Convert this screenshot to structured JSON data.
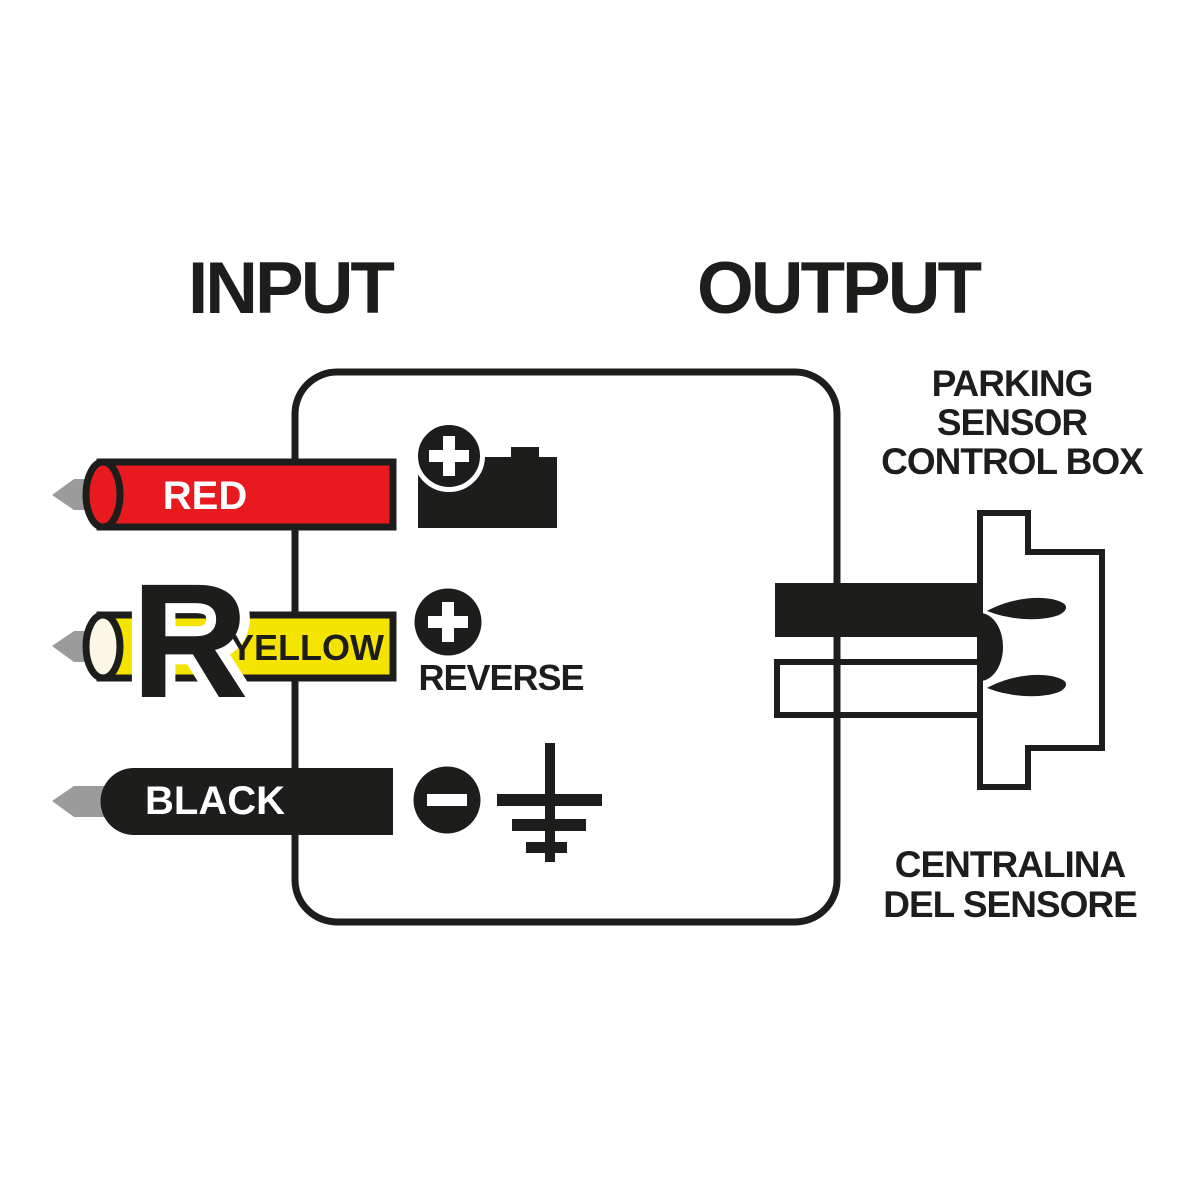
{
  "titles": {
    "input": "INPUT",
    "output": "OUTPUT"
  },
  "wires": {
    "red": {
      "label": "RED",
      "color": "#e8191f",
      "text_color": "#ffffff"
    },
    "yellow": {
      "label": "YELLOW",
      "color": "#f5e300",
      "text_color": "#1d1d1b",
      "marker": "R",
      "cap_color": "#fcf8e6"
    },
    "black": {
      "label": "BLACK",
      "color": "#1d1d1b",
      "text_color": "#ffffff"
    }
  },
  "annotations": {
    "reverse_label": "REVERSE"
  },
  "connector": {
    "label_en": [
      "PARKING",
      "SENSOR",
      "CONTROL BOX"
    ],
    "label_it": [
      "CENTRALINA",
      "DEL SENSORE"
    ]
  },
  "icons": {
    "battery": "battery-icon",
    "battery_polarity": "plus-circle-icon",
    "reverse_polarity": "plus-circle-icon",
    "ground_polarity": "minus-circle-icon",
    "ground": "ground-symbol-icon",
    "connector_plug": "control-box-connector-icon",
    "wire_tip": "stripped-wire-tip-icon"
  },
  "colors": {
    "ink": "#1d1d1b",
    "tip_gray": "#9c9b9b",
    "background": "#ffffff"
  }
}
